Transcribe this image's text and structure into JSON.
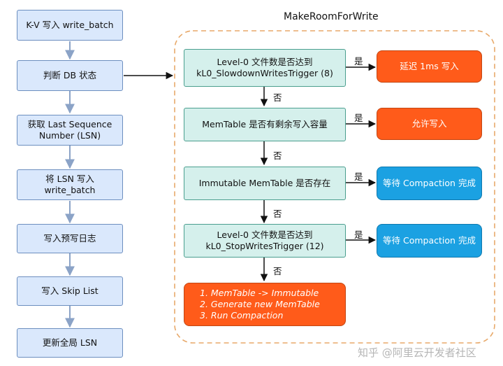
{
  "title": "MakeRoomForWrite",
  "left_steps": [
    [
      "K-V 写入 write_batch"
    ],
    [
      "判断 DB 状态"
    ],
    [
      "获取 Last Sequence",
      "Number (LSN)"
    ],
    [
      "将 LSN 写入",
      "write_batch"
    ],
    [
      "写入预写日志"
    ],
    [
      "写入 Skip List"
    ],
    [
      "更新全局 LSN"
    ]
  ],
  "checks": [
    [
      "Level-0 文件数是否达到",
      "kL0_SlowdownWritesTrigger (8)"
    ],
    [
      "MemTable 是否有剩余写入容量"
    ],
    [
      "Immutable MemTable 是否存在"
    ],
    [
      "Level-0 文件数是否达到",
      "kL0_StopWritesTrigger (12)"
    ]
  ],
  "actions": [
    "延迟 1ms 写入",
    "允许写入",
    "等待 Compaction 完成",
    "等待 Compaction 完成"
  ],
  "final_steps": [
    "1. MemTable -> Immutable",
    "2. Generate new MemTable",
    "3. Run Compaction"
  ],
  "yes_label": "是",
  "no_label": "否",
  "watermark": "知乎 @阿里云开发者社区",
  "colors": {
    "left_fill": "#dae8fc",
    "check_fill": "#d5f0ec",
    "orange": "#ff5b1a",
    "blue": "#1ba1e2",
    "container_border": "#e8a96a"
  }
}
